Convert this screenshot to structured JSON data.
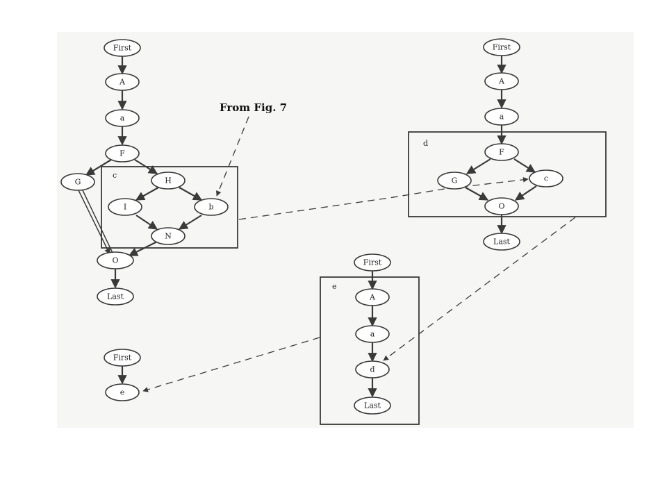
{
  "caption": "From Fig. 7",
  "nodes": {
    "g1_first": "First",
    "g1_A": "A",
    "g1_a": "a",
    "g1_F": "F",
    "g1_G": "G",
    "g1_H": "H",
    "g1_I": "I",
    "g1_b": "b",
    "g1_N": "N",
    "g1_O": "O",
    "g1_last": "Last",
    "g2_first": "First",
    "g2_A": "A",
    "g2_a": "a",
    "g2_F": "F",
    "g2_G": "G",
    "g2_c": "c",
    "g2_O": "O",
    "g2_last": "Last",
    "g3_first": "First",
    "g3_A": "A",
    "g3_a": "a",
    "g3_d": "d",
    "g3_last": "Last",
    "g4_first": "First",
    "g4_e": "e"
  },
  "box_labels": {
    "c": "c",
    "d": "d",
    "e": "e"
  }
}
